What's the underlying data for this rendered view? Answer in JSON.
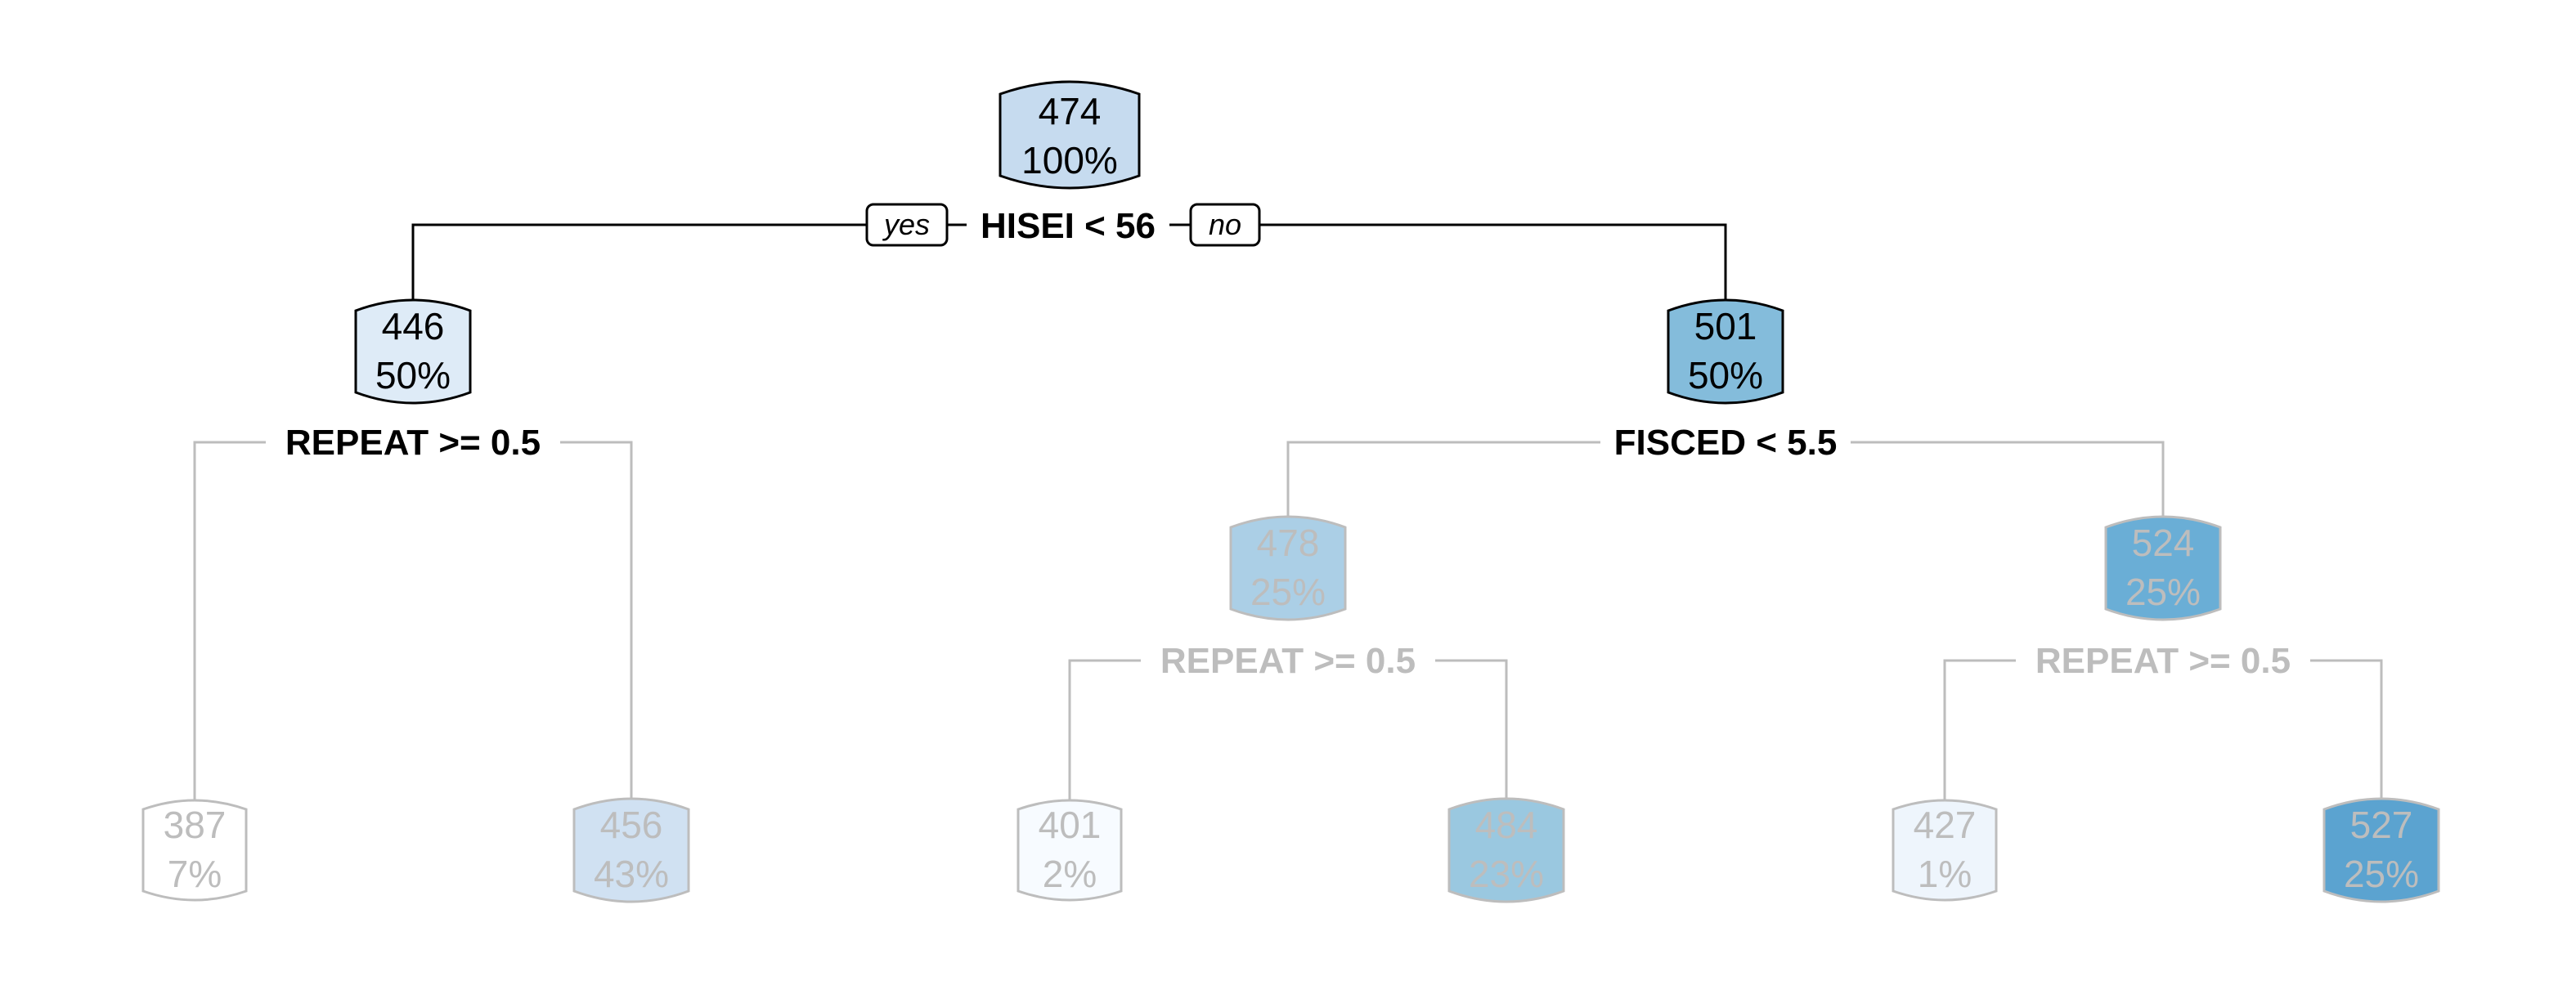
{
  "tree": {
    "colors": {
      "active_text": "#000000",
      "dim_text": "#bdbdbd",
      "active_edge": "#000000",
      "dim_edge": "#bdbdbd",
      "yes_no_box_fill": "#ffffff"
    },
    "root": {
      "value": "474",
      "percent": "100%",
      "fill": "#c6dbef",
      "active": true
    },
    "root_split": {
      "label": "HISEI < 56",
      "yes_label": "yes",
      "no_label": "no"
    },
    "level1": [
      {
        "value": "446",
        "percent": "50%",
        "fill": "#deebf7",
        "active": true,
        "split": "REPEAT >= 0.5"
      },
      {
        "value": "501",
        "percent": "50%",
        "fill": "#84bcdb",
        "active": true,
        "split": "FISCED < 5.5"
      }
    ],
    "level2": [
      {
        "value": "478",
        "percent": "25%",
        "fill": "#abcfe6",
        "active": false,
        "split": "REPEAT >= 0.5"
      },
      {
        "value": "524",
        "percent": "25%",
        "fill": "#6aaed6",
        "active": false,
        "split": "REPEAT >= 0.5"
      }
    ],
    "leaves": [
      {
        "value": "387",
        "percent": "7%",
        "fill": "#ffffff",
        "active": false
      },
      {
        "value": "456",
        "percent": "43%",
        "fill": "#d0e1f2",
        "active": false
      },
      {
        "value": "401",
        "percent": "2%",
        "fill": "#f7fbff",
        "active": false
      },
      {
        "value": "484",
        "percent": "23%",
        "fill": "#9ac8e0",
        "active": false
      },
      {
        "value": "427",
        "percent": "1%",
        "fill": "#eef5fc",
        "active": false
      },
      {
        "value": "527",
        "percent": "25%",
        "fill": "#5ba3d0",
        "active": false
      }
    ]
  }
}
